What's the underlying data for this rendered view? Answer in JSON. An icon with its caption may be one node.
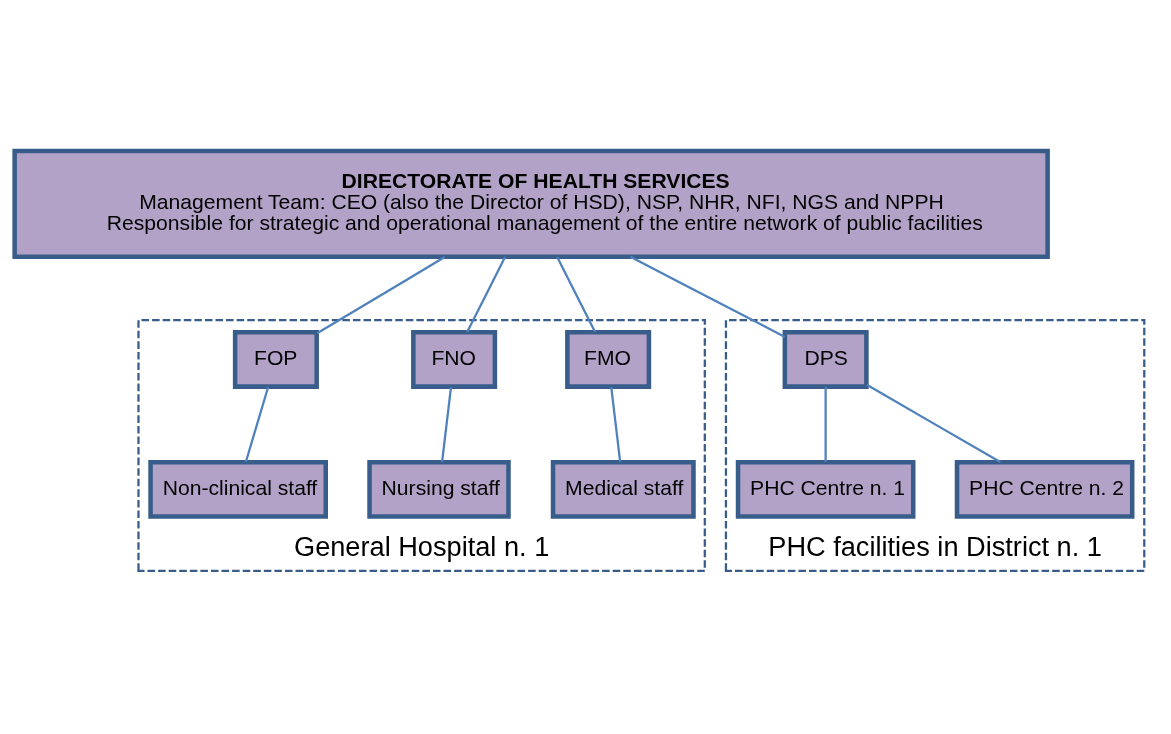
{
  "diagram": {
    "nodes": [
      {
        "text": [
          "DIRECTORATE OF HEALTH SERVICES",
          "Management Team: CEO (also the Director of HSD), NSP, NHR, NFI, NGS and NPPH",
          "Responsible for strategic and operational management of the entire network of public facilities"
        ]
      },
      {
        "text": [
          "General Hospital n. 1"
        ]
      },
      {
        "text": [
          "FMO"
        ],
        "in": 1
      },
      {
        "text": [
          "FNO"
        ],
        "in": 1
      },
      {
        "text": [
          "FOP"
        ],
        "in": 1
      },
      {
        "text": [
          "Medical staff"
        ],
        "in": 1
      },
      {
        "text": [
          "Nursing staff"
        ],
        "in": 1
      },
      {
        "text": [
          "Non-clinical staff"
        ],
        "in": 1
      },
      {
        "text": [
          "PHC facilities in District n. 1"
        ]
      },
      {
        "text": [
          "DPS"
        ],
        "in": 8
      },
      {
        "text": [
          "PHC Centre n. 1"
        ],
        "in": 8
      },
      {
        "text": [
          "PHC Centre n. 2"
        ],
        "in": 8
      }
    ],
    "edges": [
      {
        "from": 0,
        "to": 2,
        "arrow": "none"
      },
      {
        "from": 0,
        "to": 3,
        "arrow": "none"
      },
      {
        "from": 0,
        "to": 4,
        "arrow": "none"
      },
      {
        "from": 0,
        "to": 9,
        "arrow": "none"
      },
      {
        "from": 2,
        "to": 5,
        "arrow": "none"
      },
      {
        "from": 3,
        "to": 6,
        "arrow": "none"
      },
      {
        "from": 4,
        "to": 7,
        "arrow": "none"
      },
      {
        "from": 9,
        "to": 10,
        "arrow": "none"
      },
      {
        "from": 9,
        "to": 11,
        "arrow": "none"
      }
    ]
  }
}
